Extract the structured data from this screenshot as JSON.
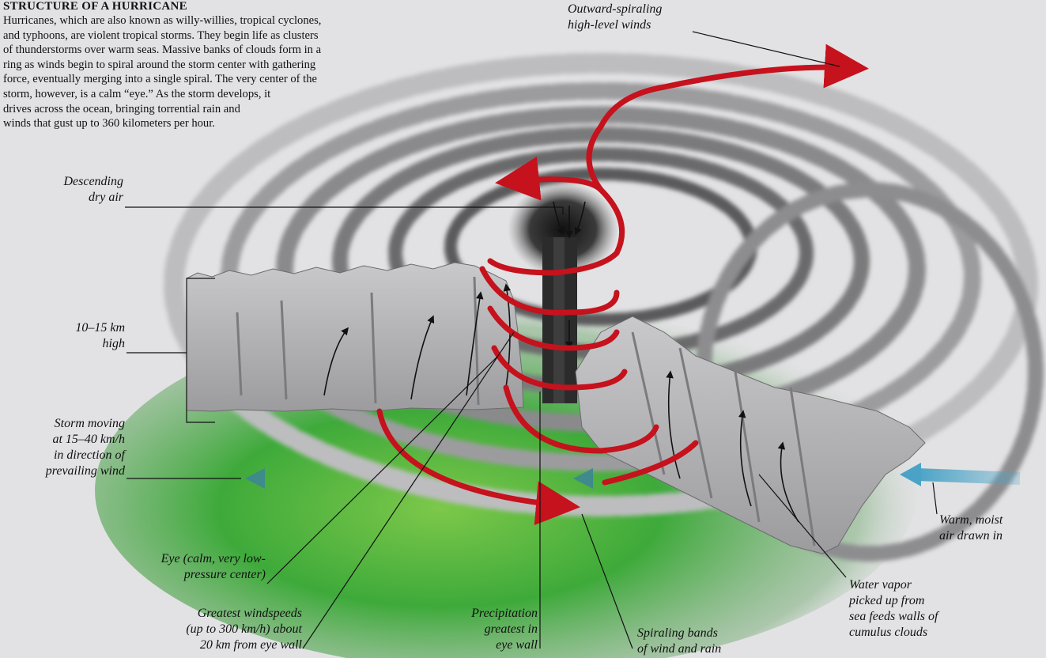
{
  "title": "STRUCTURE OF A HURRICANE",
  "intro": "Hurricanes, which are also known as willy-willies, tropical cyclones, and typhoons, are violent tropical storms. They begin life as clusters of thunderstorms over warm seas. Massive banks of clouds form in a ring as winds begin to spiral around the storm center with gathering force, eventually merging into a single spiral. The very center of the storm, however, is a calm “eye.” As the storm develops, it drives across the ocean, bringing torrential rain and winds that gust up to 360 kilometers per hour.",
  "intro_lines": [
    "Hurricanes, which are also known as willy-willies, tropical cyclones,",
    "and typhoons, are violent tropical storms. They begin life as clusters",
    "of thunderstorms over warm seas. Massive banks of clouds form in a",
    "ring as winds begin to spiral around the storm center with gathering",
    "force, eventually merging into a single spiral. The very center of the",
    "storm, however, is a calm “eye.” As the storm develops, it",
    "drives across the ocean, bringing torrential rain and",
    "winds that gust up to 360 kilometers per hour."
  ],
  "labels": {
    "outward_winds": [
      "Outward-spiraling",
      "high-level winds"
    ],
    "descending_air": [
      "Descending",
      "dry air"
    ],
    "height": [
      "10–15 km",
      "high"
    ],
    "storm_moving": [
      "Storm moving",
      "at 15–40 km/h",
      "in direction of",
      "prevailing wind"
    ],
    "eye": [
      "Eye (calm, very low-",
      "pressure center)"
    ],
    "windspeeds": [
      "Greatest windspeeds",
      "(up to 300 km/h) about",
      "20 km from eye wall"
    ],
    "precipitation": [
      "Precipitation",
      "greatest in",
      "eye wall"
    ],
    "spiral_bands": [
      "Spiraling bands",
      "of wind and rain"
    ],
    "water_vapor": [
      "Water vapor",
      "picked up from",
      "sea feeds walls of",
      "cumulus clouds"
    ],
    "warm_air": [
      "Warm, moist",
      "air drawn in"
    ]
  },
  "colors": {
    "background": "#e2e2e4",
    "sea_green": "#3eaa3a",
    "wind_red": "#c5121d",
    "cloud_gray": "#a9a9ab",
    "prevailing_wind_arrow": "#3f8a8a",
    "inflow_arrow": "#4aa3c6"
  }
}
